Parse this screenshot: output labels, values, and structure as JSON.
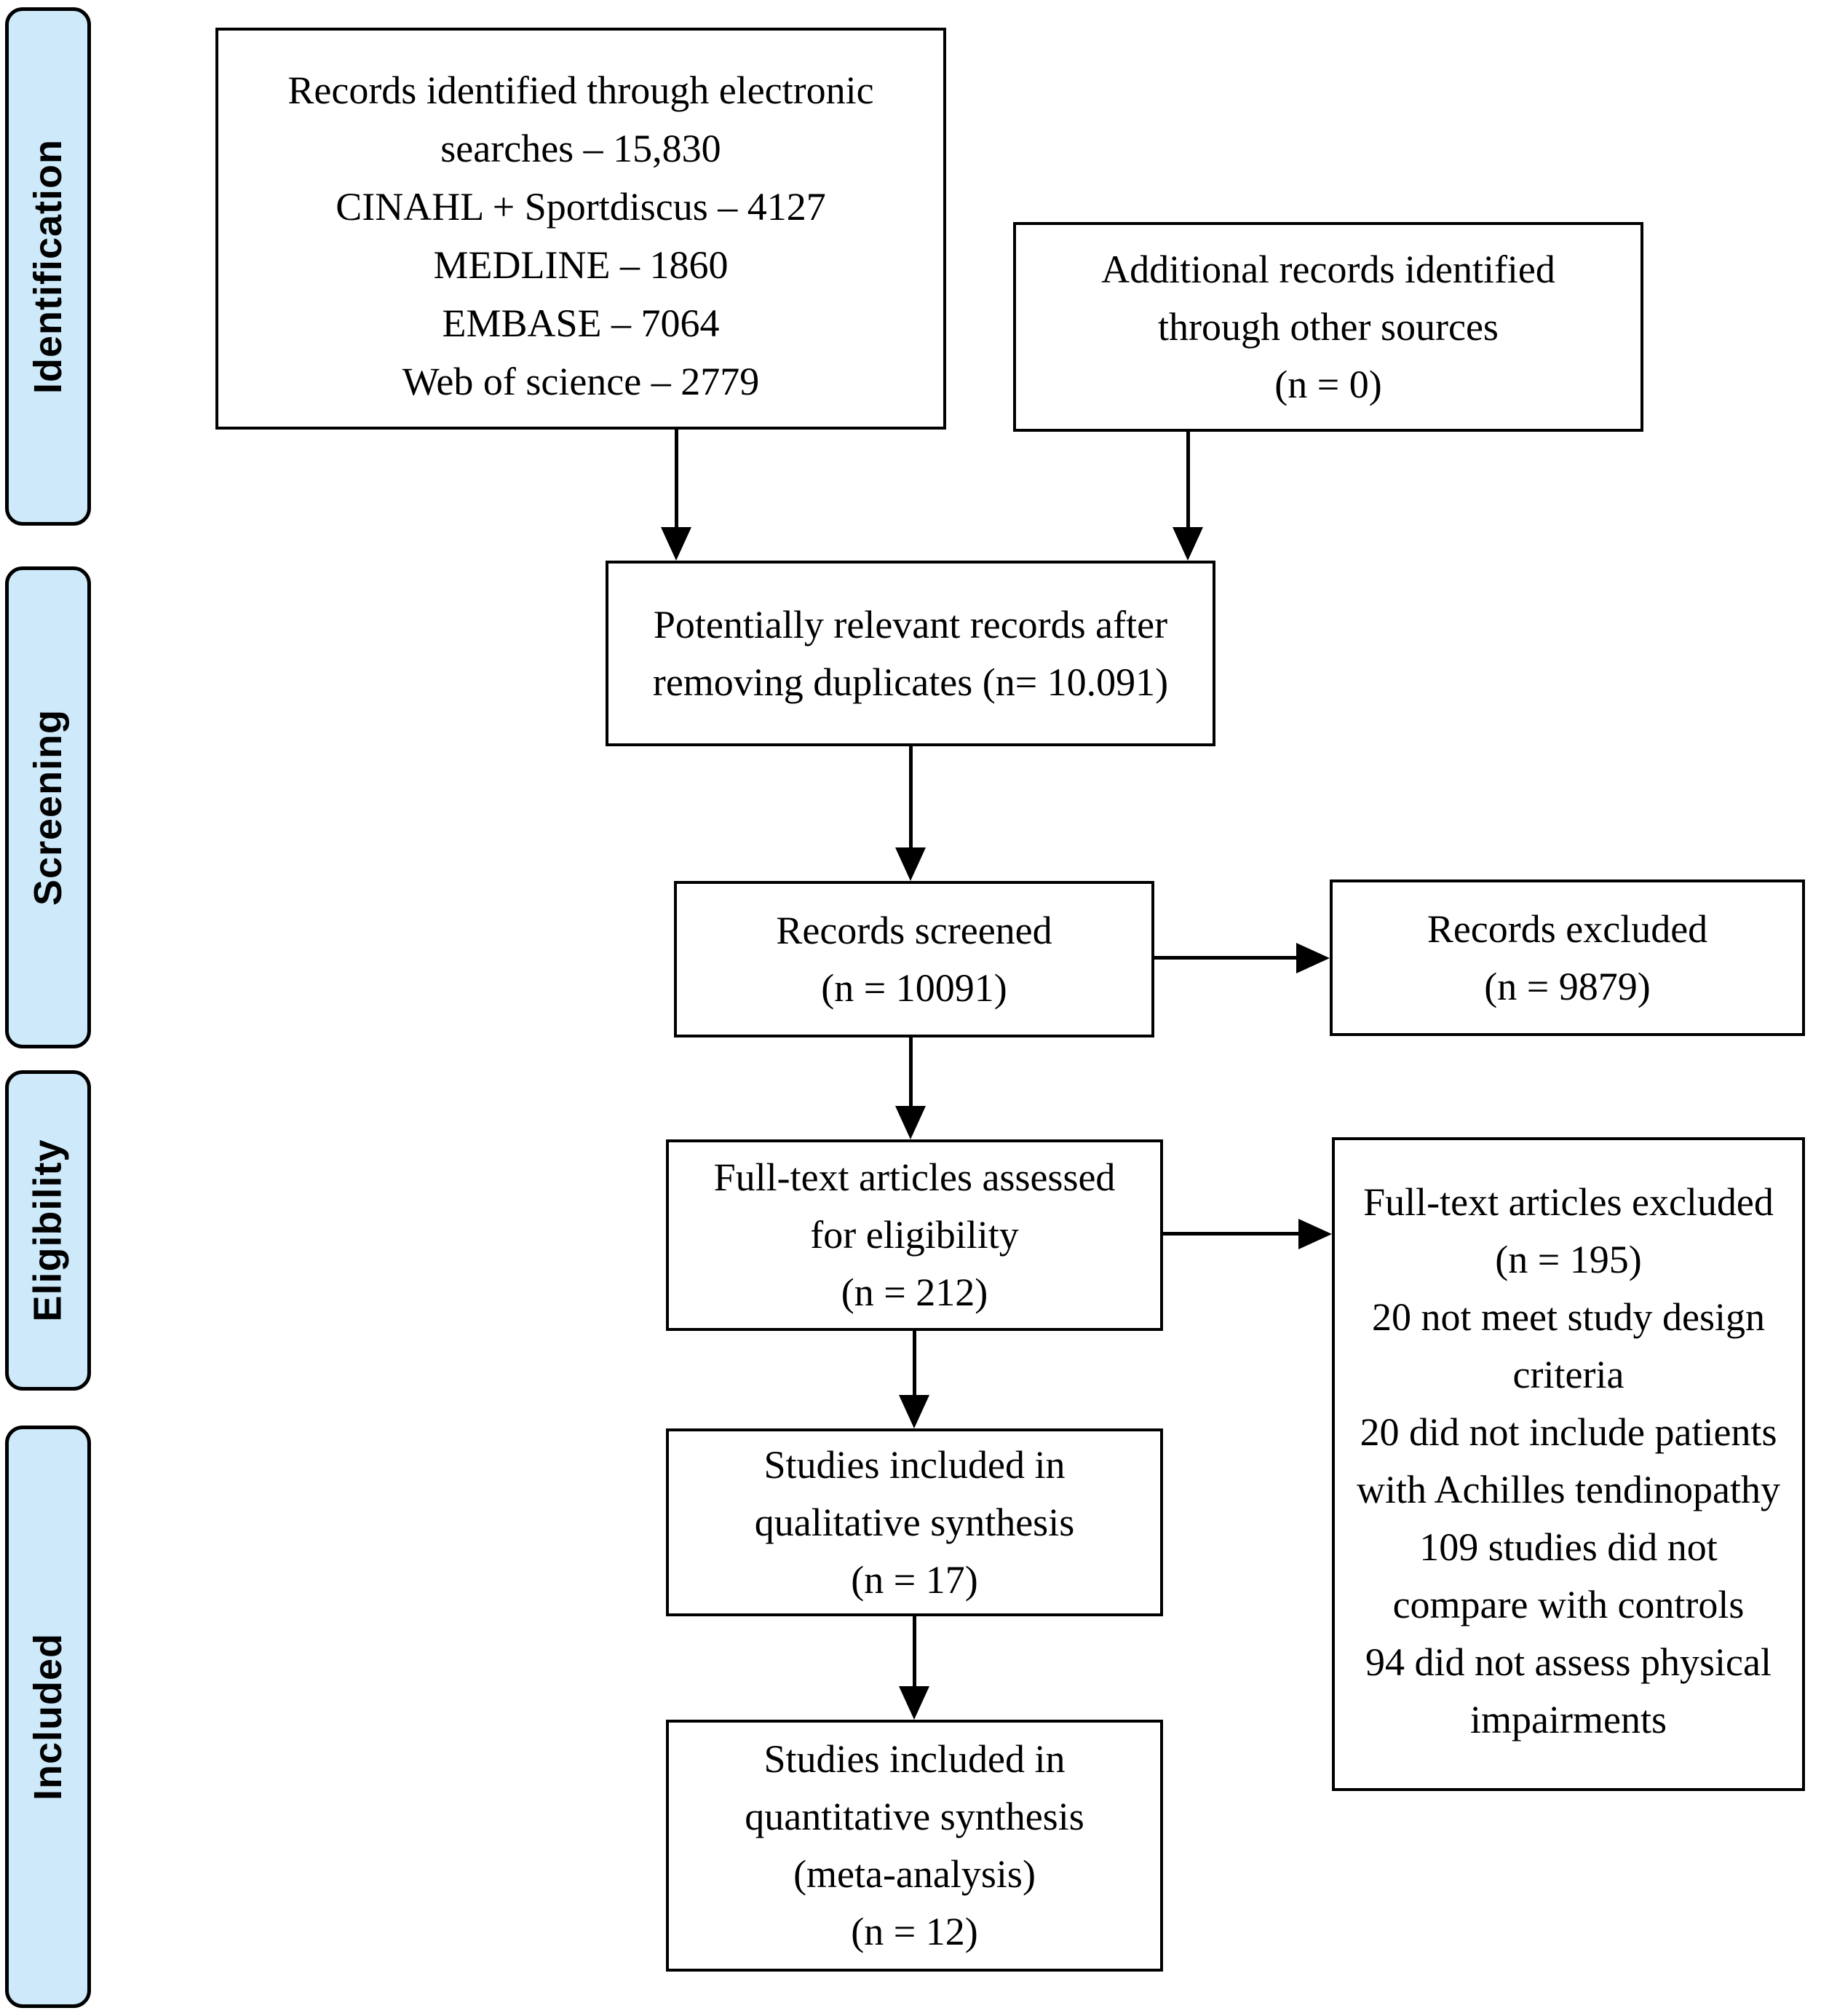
{
  "colors": {
    "stage_fill": "#cde9fa",
    "stroke": "#000000",
    "box_fill": "#ffffff",
    "text": "#000000"
  },
  "stages": [
    {
      "label": "Identification"
    },
    {
      "label": "Screening"
    },
    {
      "label": "Eligibility"
    },
    {
      "label": "Included"
    }
  ],
  "boxes": {
    "records_identified": {
      "lines": [
        "Records identified through electronic",
        "searches – 15,830",
        "CINAHL + Sportdiscus – 4127",
        "MEDLINE – 1860",
        "EMBASE – 7064",
        "Web of science – 2779"
      ]
    },
    "additional_records": {
      "lines": [
        "Additional records identified",
        "through other sources",
        "(n = 0)"
      ]
    },
    "after_duplicates": {
      "lines": [
        "Potentially relevant records after",
        "removing duplicates (n= 10.091)"
      ]
    },
    "records_screened": {
      "lines": [
        "Records screened",
        "(n = 10091)"
      ]
    },
    "records_excluded": {
      "lines": [
        "Records excluded",
        "(n = 9879)"
      ]
    },
    "fulltext_assessed": {
      "lines": [
        "Full-text articles assessed",
        "for eligibility",
        "(n = 212)"
      ]
    },
    "fulltext_excluded": {
      "lines": [
        "Full-text articles excluded",
        "(n = 195)",
        "20 not meet study design",
        "criteria",
        "20 did not include patients",
        "with Achilles tendinopathy",
        "109 studies did not",
        "compare with controls",
        "94 did not assess physical",
        "impairments"
      ]
    },
    "qualitative": {
      "lines": [
        "Studies included in",
        "qualitative synthesis",
        "(n = 17)"
      ]
    },
    "quantitative": {
      "lines": [
        "Studies included in",
        "quantitative synthesis",
        "(meta-analysis)",
        "(n = 12)"
      ]
    }
  }
}
